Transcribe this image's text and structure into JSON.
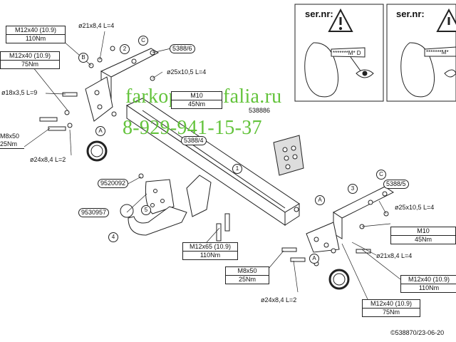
{
  "callouts": {
    "c1_torque": [
      "M12x40 (10.9)",
      "110Nm"
    ],
    "c2_torque": [
      "M12x40 (10.9)",
      "75Nm"
    ],
    "washer_small": "ø18x3,5 L=9",
    "c3_torque": [
      "M8x50",
      "25Nm"
    ],
    "washer_l2_left": "ø24x8,4 L=2",
    "washer_top": "ø21x8,4 L=4",
    "washer_mid_top": "ø25x10,5 L=4",
    "m10_top": [
      "M10",
      "45Nm"
    ],
    "part_538886": "538886",
    "part_5388_6": "5388/6",
    "part_5388_4": "5388/4",
    "part_9520092": "9520092",
    "part_9530957": "9530957",
    "m12x65": [
      "M12x65 (10.9)",
      "110Nm"
    ],
    "m8x50_bottom": [
      "M8x50",
      "25Nm"
    ],
    "washer_l2_bottom": "ø24x8,4 L=2",
    "part_5388_5": "5388/5",
    "washer_right_top": "ø25x10,5 L=4",
    "m10_right": [
      "M10",
      "45Nm"
    ],
    "washer_right_mid": "ø21x8,4 L=4",
    "m12x40_right_1": [
      "M12x40 (10.9)",
      "110Nm"
    ],
    "m12x40_right_2": [
      "M12x40 (10.9)",
      "75Nm"
    ]
  },
  "letters": {
    "A": "A",
    "B": "B",
    "C": "C"
  },
  "numbers": {
    "n1": "1",
    "n2": "2",
    "n3": "3",
    "n4": "4",
    "n5": "5"
  },
  "sernr": {
    "label": "ser.nr:",
    "code1": "*******M* D",
    "code2": "*******M*"
  },
  "watermark": {
    "site": "farkop-westfalia.ru",
    "phone": "8-929-941-15-37"
  },
  "footer": "©538870/23-06-20"
}
